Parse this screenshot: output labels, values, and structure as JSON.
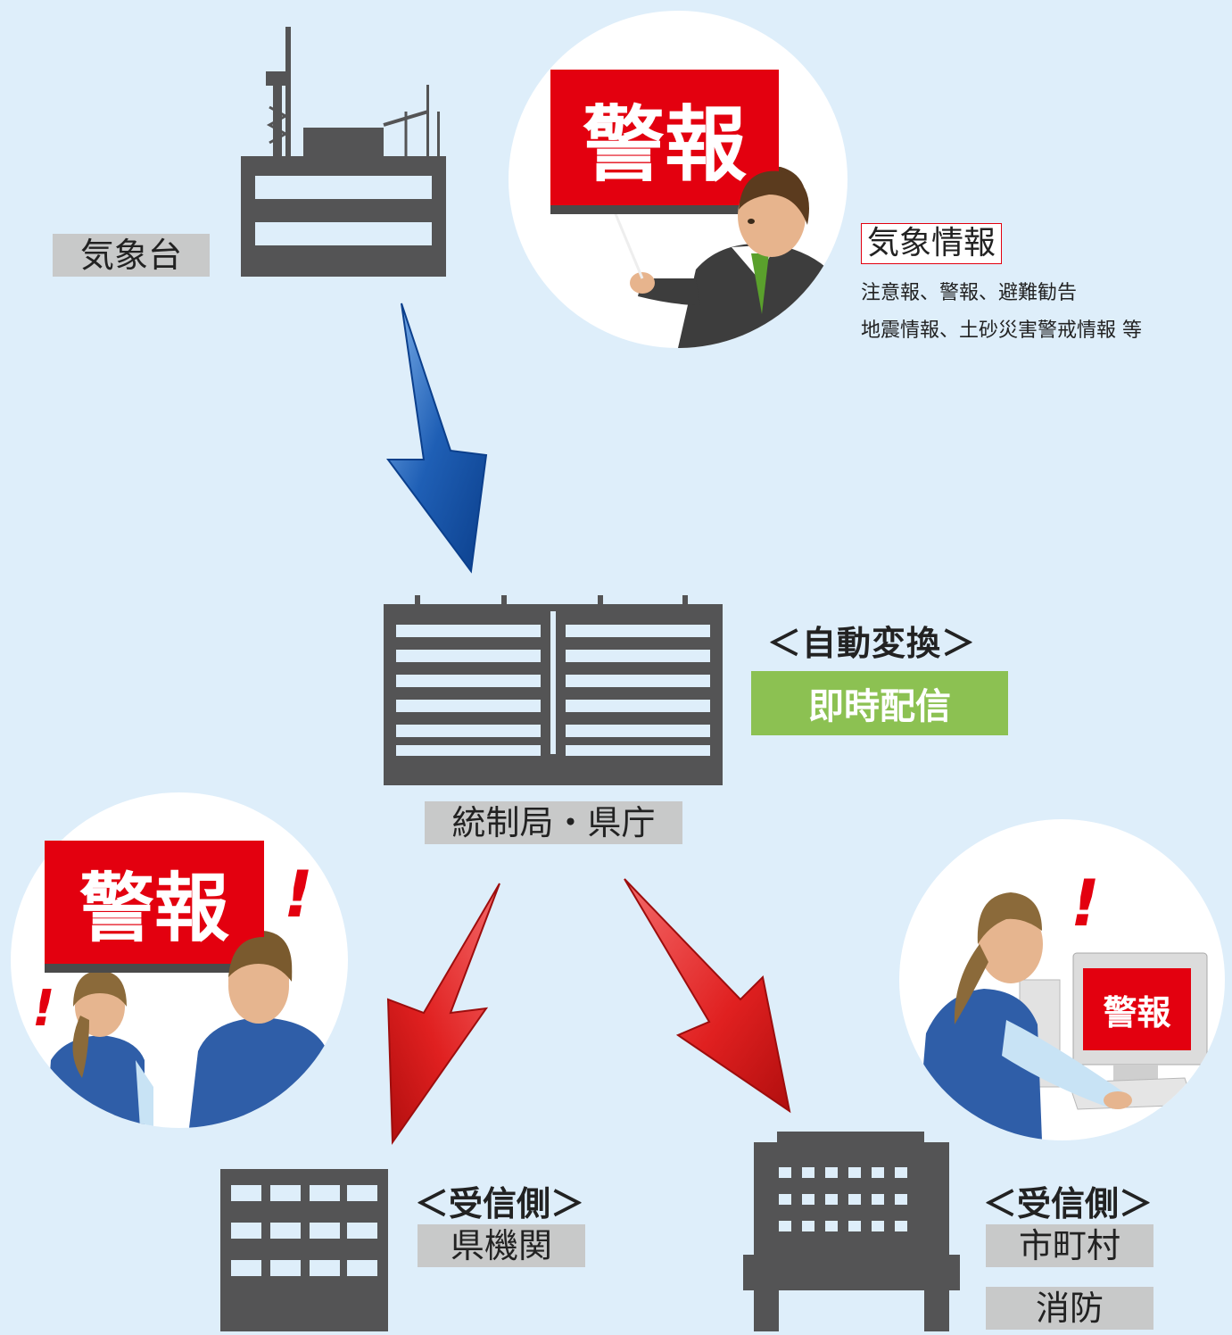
{
  "weather_station": {
    "label": "気象台"
  },
  "broadcast_board": {
    "text": "警報"
  },
  "weather_info": {
    "heading": "気象情報",
    "line1": "注意報、警報、避難勧告",
    "line2": "地震情報、土砂災害警戒情報 等"
  },
  "control": {
    "convert_label": "＜自動変換＞",
    "instant_label": "即時配信",
    "building_label": "統制局・県庁"
  },
  "left_scene": {
    "board_text": "警報",
    "exclaim": "!"
  },
  "right_scene": {
    "screen_text": "警報",
    "exclaim": "!"
  },
  "receiver_left": {
    "side_label": "＜受信側＞",
    "name": "県機関"
  },
  "receiver_right": {
    "side_label": "＜受信側＞",
    "name1": "市町村",
    "name2": "消防"
  },
  "colors": {
    "background": "#deeefa",
    "building": "#545455",
    "alert_red": "#e3000f",
    "green": "#8cc152",
    "label_gray": "#c8c9c9",
    "blue_arrow": "#1f5fb5",
    "red_arrow": "#e02020"
  }
}
